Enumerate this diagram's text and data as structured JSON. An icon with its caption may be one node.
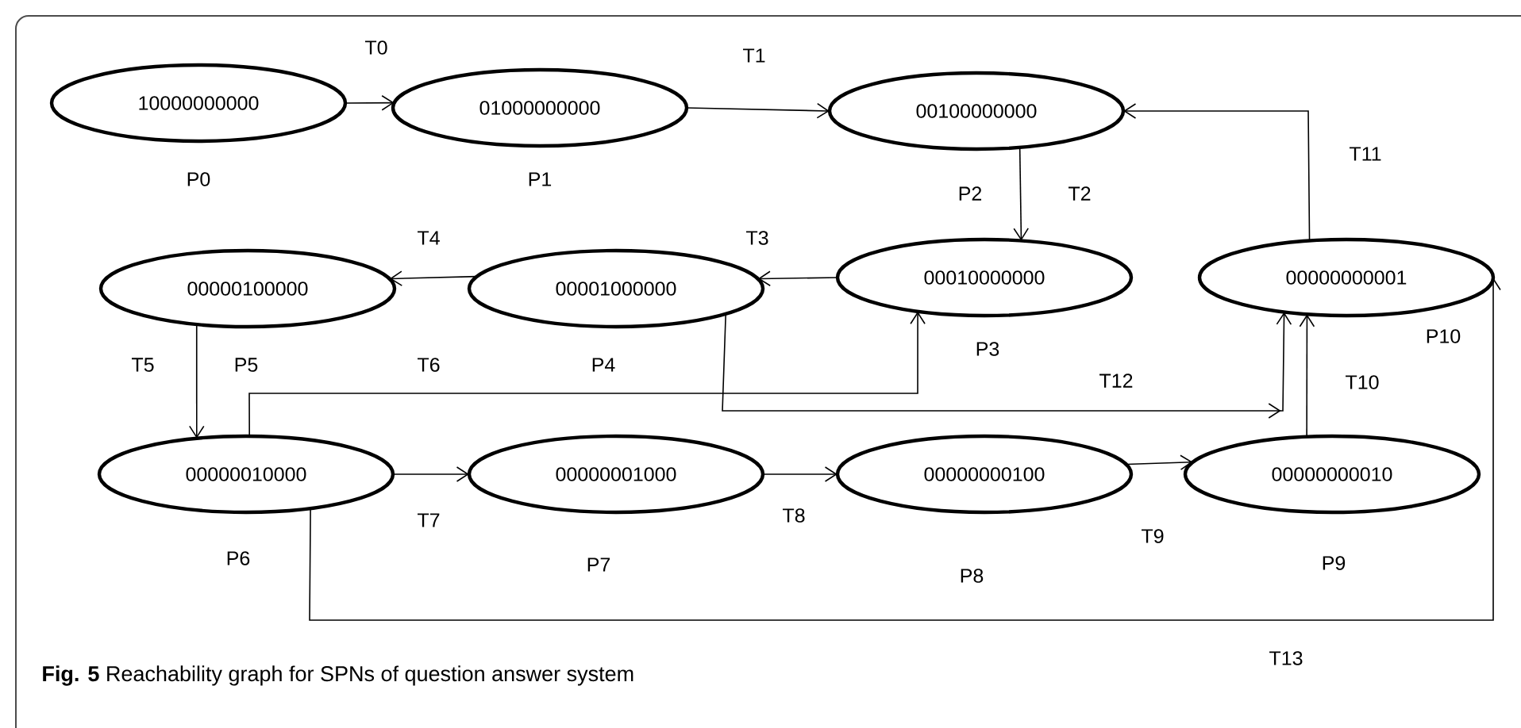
{
  "diagram": {
    "caption": "**Fig. 5** Reachability graph for SPNs of question answer system",
    "nodes": [
      {
        "text": [
          "10000000000"
        ],
        "beside": [
          "P0"
        ]
      },
      {
        "text": [
          "01000000000"
        ],
        "beside": [
          "P1"
        ]
      },
      {
        "text": [
          "00100000000"
        ],
        "beside": [
          "P2"
        ]
      },
      {
        "text": [
          "00010000000"
        ],
        "beside": [
          "P3"
        ]
      },
      {
        "text": [
          "00001000000"
        ],
        "beside": [
          "P4"
        ]
      },
      {
        "text": [
          "00000100000"
        ],
        "beside": [
          "P5"
        ]
      },
      {
        "text": [
          "00000010000"
        ],
        "beside": [
          "P6"
        ]
      },
      {
        "text": [
          "00000001000"
        ],
        "beside": [
          "P7"
        ]
      },
      {
        "text": [
          "00000000100"
        ],
        "beside": [
          "P8"
        ]
      },
      {
        "text": [
          "00000000010"
        ],
        "beside": [
          "P9"
        ]
      },
      {
        "text": [
          "00000000001"
        ],
        "beside": [
          "P10"
        ]
      }
    ],
    "edges": [
      {
        "from": 0,
        "to": 1,
        "arrow": "to",
        "label": "T0"
      },
      {
        "from": 1,
        "to": 2,
        "arrow": "to",
        "label": "T1"
      },
      {
        "from": 2,
        "to": 3,
        "arrow": "to",
        "label": "T2"
      },
      {
        "from": 3,
        "to": 4,
        "arrow": "to",
        "label": "T3"
      },
      {
        "from": 4,
        "to": 5,
        "arrow": "to",
        "label": "T4"
      },
      {
        "from": 5,
        "to": 6,
        "arrow": "to",
        "label": "T5"
      },
      {
        "from": 6,
        "to": 3,
        "arrow": "to",
        "label": "T6"
      },
      {
        "from": 4,
        "to": 10,
        "arrow": "to",
        "label": "T12"
      },
      {
        "from": 6,
        "to": 7,
        "arrow": "to",
        "label": "T7"
      },
      {
        "from": 7,
        "to": 8,
        "arrow": "to",
        "label": "T8"
      },
      {
        "from": 8,
        "to": 9,
        "arrow": "to",
        "label": "T9"
      },
      {
        "from": 9,
        "to": 10,
        "arrow": "to",
        "label": "T10"
      },
      {
        "from": 10,
        "to": 2,
        "arrow": "to",
        "label": "T11"
      },
      {
        "from": 6,
        "to": 10,
        "arrow": "to",
        "label": "T13"
      }
    ]
  }
}
